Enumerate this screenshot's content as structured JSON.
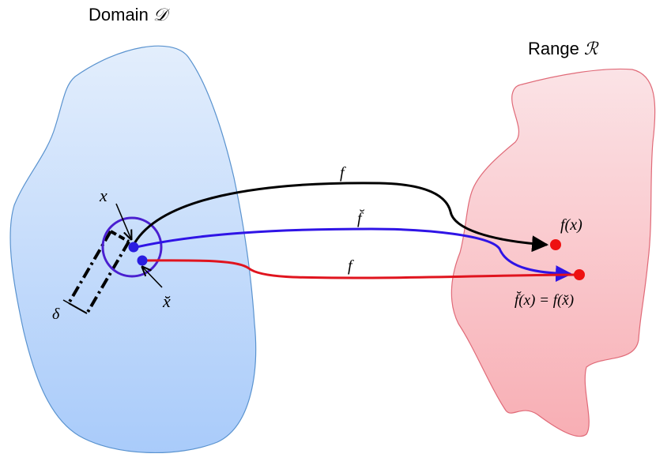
{
  "domain": {
    "word": "Domain",
    "symbol": "𝒟",
    "fill_top": "#e3eefc",
    "fill_bottom": "#a9cbfa",
    "stroke": "#5a93cf"
  },
  "range": {
    "word": "Range",
    "symbol": "ℛ",
    "fill_top": "#fbe3e6",
    "fill_bottom": "#f8aeb4",
    "stroke": "#e06a78"
  },
  "labels": {
    "x": "x",
    "x_breve": "x̆",
    "delta": "δ",
    "f_top": "f",
    "f_breve": "f̆",
    "f_bottom": "f",
    "f_of_x": "f(x)",
    "f_breve_eq": "f̆(x) = f(x̆)"
  },
  "colors": {
    "black_map": "#000000",
    "blue_map": "#2f14e6",
    "red_map": "#e0141e",
    "point_blue": "#2a1de0",
    "point_red": "#ee1111",
    "neighborhood": "#4a1fd0"
  }
}
